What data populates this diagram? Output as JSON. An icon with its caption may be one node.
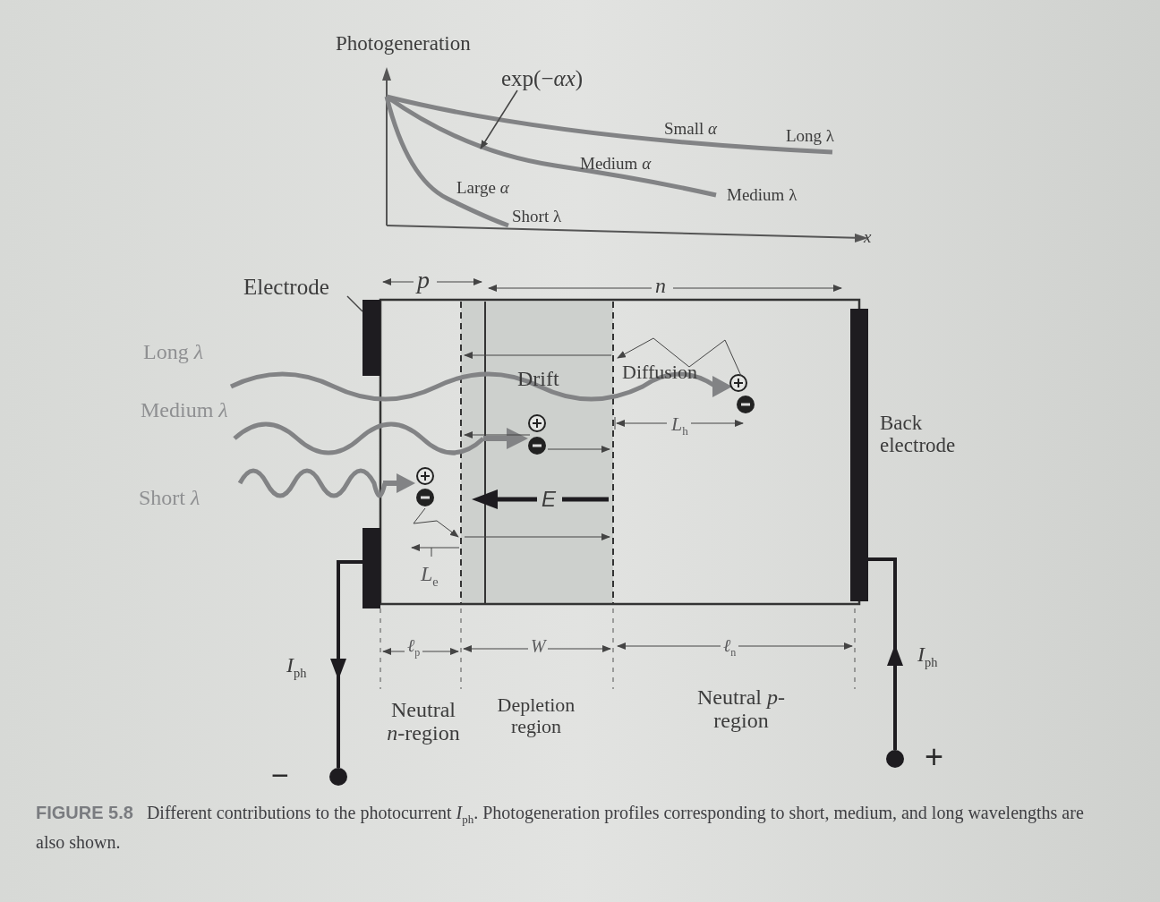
{
  "diagram": {
    "caption": "**FIGURE 5.8** Different contributions to the photocurrent *I*$_{ph}$. Photogeneration profiles corresponding to short, medium, and long wavelengths are also shown.",
    "nodes": [
      {
        "text": [
          "Electrode"
        ]
      },
      {
        "text": [],
        "shape": "bar"
      },
      {
        "text": [
          "exp(−*αx*)"
        ]
      },
      {
        "text": [],
        "shape": "curve"
      },
      {
        "text": [],
        "shape": "bar"
      },
      {
        "text": [],
        "shape": "bar"
      },
      {
        "text": [],
        "shape": "circle"
      },
      {
        "text": [],
        "shape": "circle"
      }
    ],
    "edges": [
      {
        "from": 0,
        "to": 1,
        "arrow": "none"
      },
      {
        "from": 2,
        "to": 3,
        "arrow": "to"
      },
      {
        "from": 4,
        "to": 6,
        "arrow": "to",
        "style": "thick"
      },
      {
        "from": 7,
        "to": 5,
        "arrow": "to",
        "style": "thick"
      }
    ],
    "labels": [
      "Photogeneration",
      "Small *α*",
      "Long λ",
      "Medium *α*",
      "Medium λ",
      "Large *α*",
      "Short λ",
      "x",
      "p",
      "n",
      "Long *λ*",
      "Medium *λ*",
      "Short *λ*",
      "Drift",
      "Diffusion",
      "*L*$_{h}$",
      "E",
      "*L*$_{e}$",
      "Back electrode",
      "*I*$_{ph}$",
      "*I*$_{ph}$",
      "*ℓ*$_{p}$",
      "W",
      "*ℓ*$_{n}$",
      "Neutral *n*-region",
      "Depletion region",
      "Neutral *p*-region",
      "−",
      "+"
    ]
  }
}
